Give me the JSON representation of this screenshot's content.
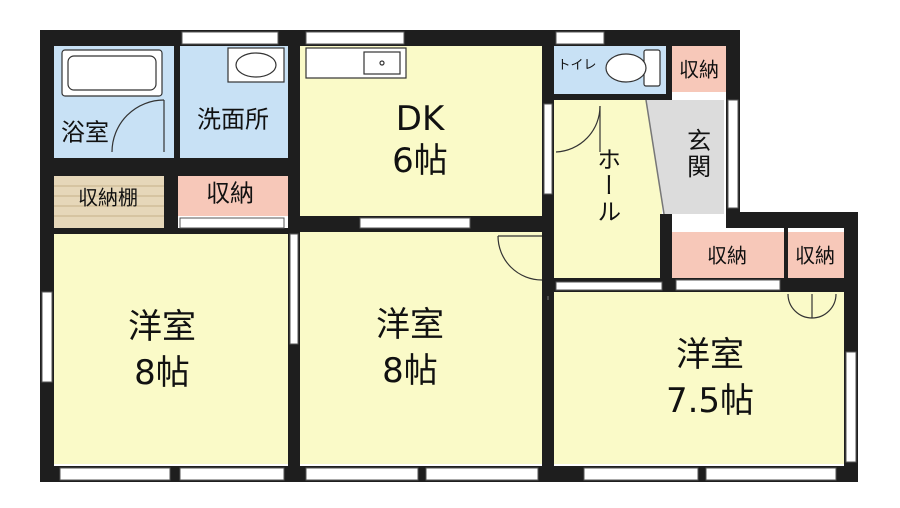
{
  "rooms": {
    "dk": {
      "name": "DK",
      "size": "6帖"
    },
    "bath": {
      "name": "浴室"
    },
    "washroom": {
      "name": "洗面所"
    },
    "toilet": {
      "name": "トイレ"
    },
    "hall": {
      "name": "ホール"
    },
    "entrance": {
      "name": "玄関"
    },
    "shelf": {
      "name": "収納棚"
    },
    "storage_a": {
      "name": "収納"
    },
    "storage_b": {
      "name": "収納"
    },
    "storage_c": {
      "name": "収納"
    },
    "storage_d": {
      "name": "収納"
    },
    "western1": {
      "name": "洋室",
      "size": "8帖"
    },
    "western2": {
      "name": "洋室",
      "size": "8帖"
    },
    "western3": {
      "name": "洋室",
      "size": "7.5帖"
    }
  },
  "colors": {
    "wall": "#1e1e1e",
    "room": "#fafac8",
    "wet": "#c8e1f5",
    "storage": "#f7c8b9",
    "shelf": "#e6d7b9",
    "entrance": "#dcdcdc"
  }
}
